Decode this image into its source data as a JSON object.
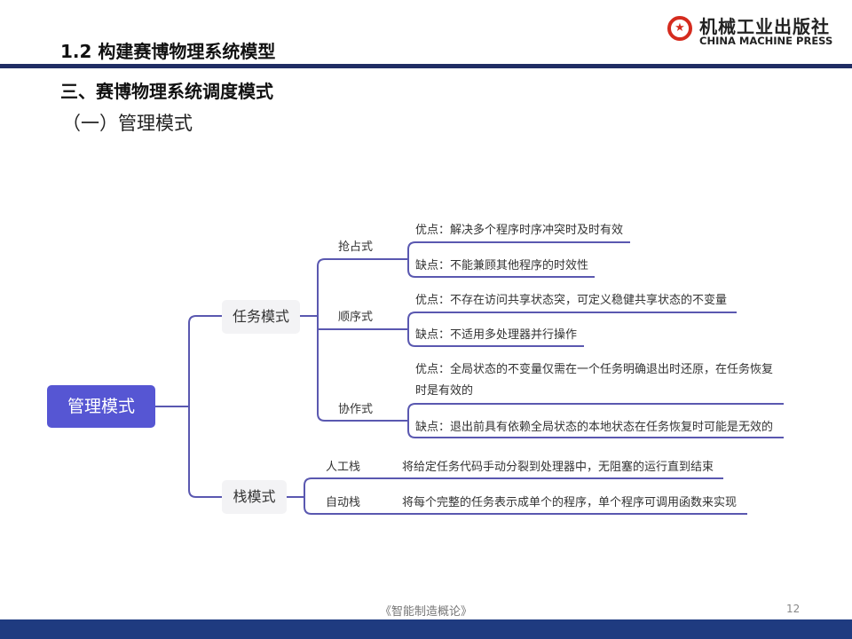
{
  "header": {
    "section_title": "1.2 构建赛博物理系统模型",
    "subsection_title": "三、赛博物理系统调度模式",
    "sub_subsection_title": "（一）管理模式",
    "logo": {
      "chinese": "机械工业出版社",
      "english": "CHINA MACHINE PRESS"
    }
  },
  "mindmap": {
    "root": "管理模式",
    "task_mode": {
      "label": "任务模式",
      "branches": [
        {
          "label": "抢占式",
          "pro": "优点：解决多个程序时序冲突时及时有效",
          "con": "缺点：不能兼顾其他程序的时效性"
        },
        {
          "label": "顺序式",
          "pro": "优点：不存在访问共享状态突，可定义稳健共享状态的不变量",
          "con": "缺点：不适用多处理器并行操作"
        },
        {
          "label": "协作式",
          "pro_line1": "优点：全局状态的不变量仅需在一个任务明确退出时还原，在任务恢复",
          "pro_line2": "时是有效的",
          "con": "缺点：退出前具有依赖全局状态的本地状态在任务恢复时可能是无效的"
        }
      ]
    },
    "stack_mode": {
      "label": "栈模式",
      "branches": [
        {
          "label": "人工栈",
          "desc": "将给定任务代码手动分裂到处理器中，无阻塞的运行直到结束"
        },
        {
          "label": "自动栈",
          "desc": "将每个完整的任务表示成单个的程序，单个程序可调用函数来实现"
        }
      ]
    },
    "colors": {
      "root": "#5656d3",
      "line": "#5a58b0",
      "node_bg": "#f3f3f5"
    }
  },
  "footer": {
    "book_title": "《智能制造概论》",
    "page_number": "12"
  }
}
